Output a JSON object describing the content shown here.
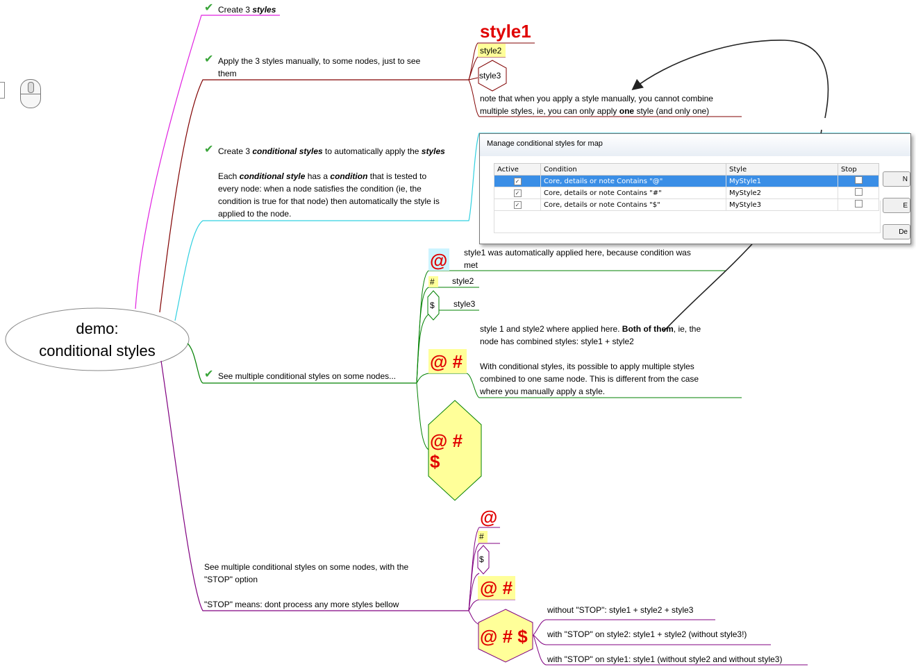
{
  "root": {
    "line1": "demo:",
    "line2": "conditional styles"
  },
  "step1": {
    "prefix": "Create 3 ",
    "em": "styles"
  },
  "step2": {
    "line1": "Apply the 3 styles manually, to some nodes, just to see",
    "line2": "them"
  },
  "manual": {
    "style1": "style1",
    "style2": "style2",
    "style3": "style3",
    "note_line1": "note that when you apply a style manually, you cannot combine",
    "note_line2_a": "multiple styles, ie, you can only apply ",
    "note_line2_b": "one",
    "note_line2_c": " style (and only one)"
  },
  "step3": {
    "a": "Create 3 ",
    "b": "conditional styles",
    "c": " to automatically apply the ",
    "d": "styles",
    "p1a": "Each ",
    "p1b": "conditional style",
    "p1c": " has a ",
    "p1d": "condition",
    "p1e": " that is tested to",
    "p2": "every node: when a node satisfies the condition (ie, the",
    "p3": "condition is true for that node) then automatically the style is",
    "p4": "applied to the node."
  },
  "dialog": {
    "title": "Manage conditional styles for map",
    "columns": [
      "Active",
      "Condition",
      "Style",
      "Stop"
    ],
    "rows": [
      {
        "condition": "Core, details or note Contains \"@\"",
        "style": "MyStyle1"
      },
      {
        "condition": "Core, details or note Contains \"#\"",
        "style": "MyStyle2"
      },
      {
        "condition": "Core, details or note Contains \"$\"",
        "style": "MyStyle3"
      }
    ],
    "buttons": [
      "N",
      "E",
      "De"
    ]
  },
  "step4": {
    "label": "See multiple conditional styles on some nodes...",
    "at": "@",
    "hash": "#",
    "dollar": "$",
    "at_hash": "@ #",
    "s1_line1": "style1 was automatically applied here, because condition was",
    "s1_line2": "met",
    "s2": "style2",
    "s3": "style3",
    "c1a": "style 1 and style2 where applied here. ",
    "c1b": "Both of them",
    "c1c": ", ie, the",
    "c2": "node has combined styles: style1 + style2",
    "c3": "With conditional styles, its possible to apply multiple styles",
    "c4": "combined to one same node. This is different from the case",
    "c5": "where you manually apply a style."
  },
  "step5": {
    "l1": "See multiple conditional styles on some nodes, with the",
    "l2": "\"STOP\"  option",
    "l3": "\"STOP\" means: dont process any more styles bellow",
    "at": "@",
    "hash": "#",
    "dollar": "$",
    "at_hash": "@ #",
    "at_hash_dollar": "@ # $",
    "n1": "without \"STOP\": style1 + style2 + style3",
    "n2": "with \"STOP\" on style2: style1 + style2 (without style3!)",
    "n3": "with \"STOP\" on style1: style1 (without style2 and without style3)"
  },
  "colors": {
    "magenta": "#e020e0",
    "dark_red": "#800000",
    "cyan": "#30d0e0",
    "green": "#008000",
    "purple": "#800080",
    "red_text": "#e00000",
    "highlight": "#ffff99",
    "selected_row": "#3a8ee6"
  }
}
